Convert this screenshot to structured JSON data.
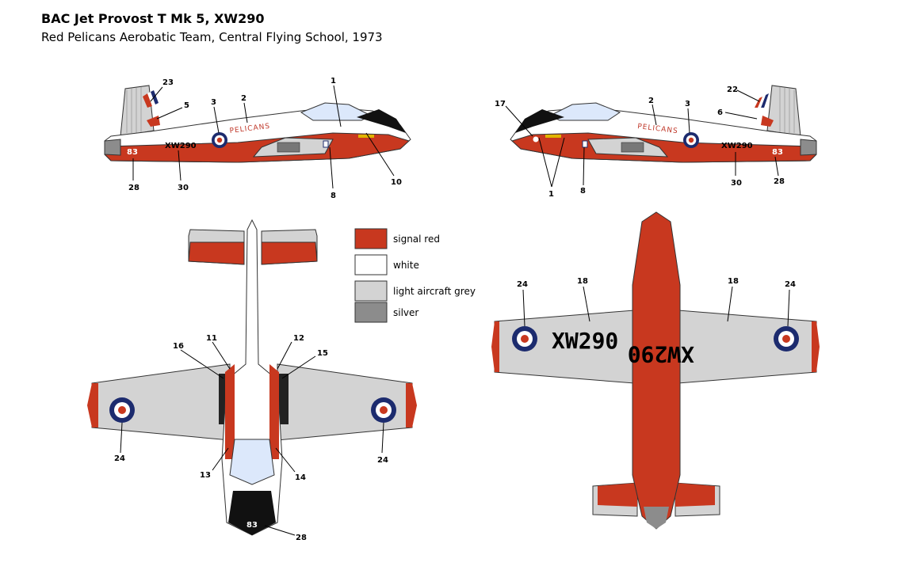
{
  "header": {
    "title": "BAC Jet Provost T Mk 5, XW290",
    "subtitle": "Red Pelicans Aerobatic Team, Central Flying School, 1973"
  },
  "colors": {
    "signal_red": "#c8381f",
    "white": "#ffffff",
    "light_grey": "#d3d3d3",
    "silver": "#8c8c8c",
    "canopy": "#dce8fb",
    "roundel_blue": "#1c2b6e",
    "roundel_red": "#c8381f"
  },
  "legend": [
    {
      "label": "signal red",
      "swatch": "signal_red"
    },
    {
      "label": "white",
      "swatch": "white"
    },
    {
      "label": "light aircraft grey",
      "swatch": "light_grey"
    },
    {
      "label": "silver",
      "swatch": "silver"
    }
  ],
  "markings": {
    "registration": "XW290",
    "registration_mirrored": "XW290",
    "team_name": "PELICANS",
    "code": "83"
  },
  "callouts": {
    "left_side": [
      "23",
      "5",
      "3",
      "2",
      "1",
      "28",
      "30",
      "8",
      "10"
    ],
    "right_side": [
      "17",
      "2",
      "3",
      "22",
      "6",
      "1",
      "8",
      "30",
      "28"
    ],
    "top_view": [
      "11",
      "12",
      "16",
      "15",
      "24",
      "24",
      "13",
      "14",
      "28"
    ],
    "bottom_view": [
      "24",
      "18",
      "18",
      "24"
    ]
  }
}
